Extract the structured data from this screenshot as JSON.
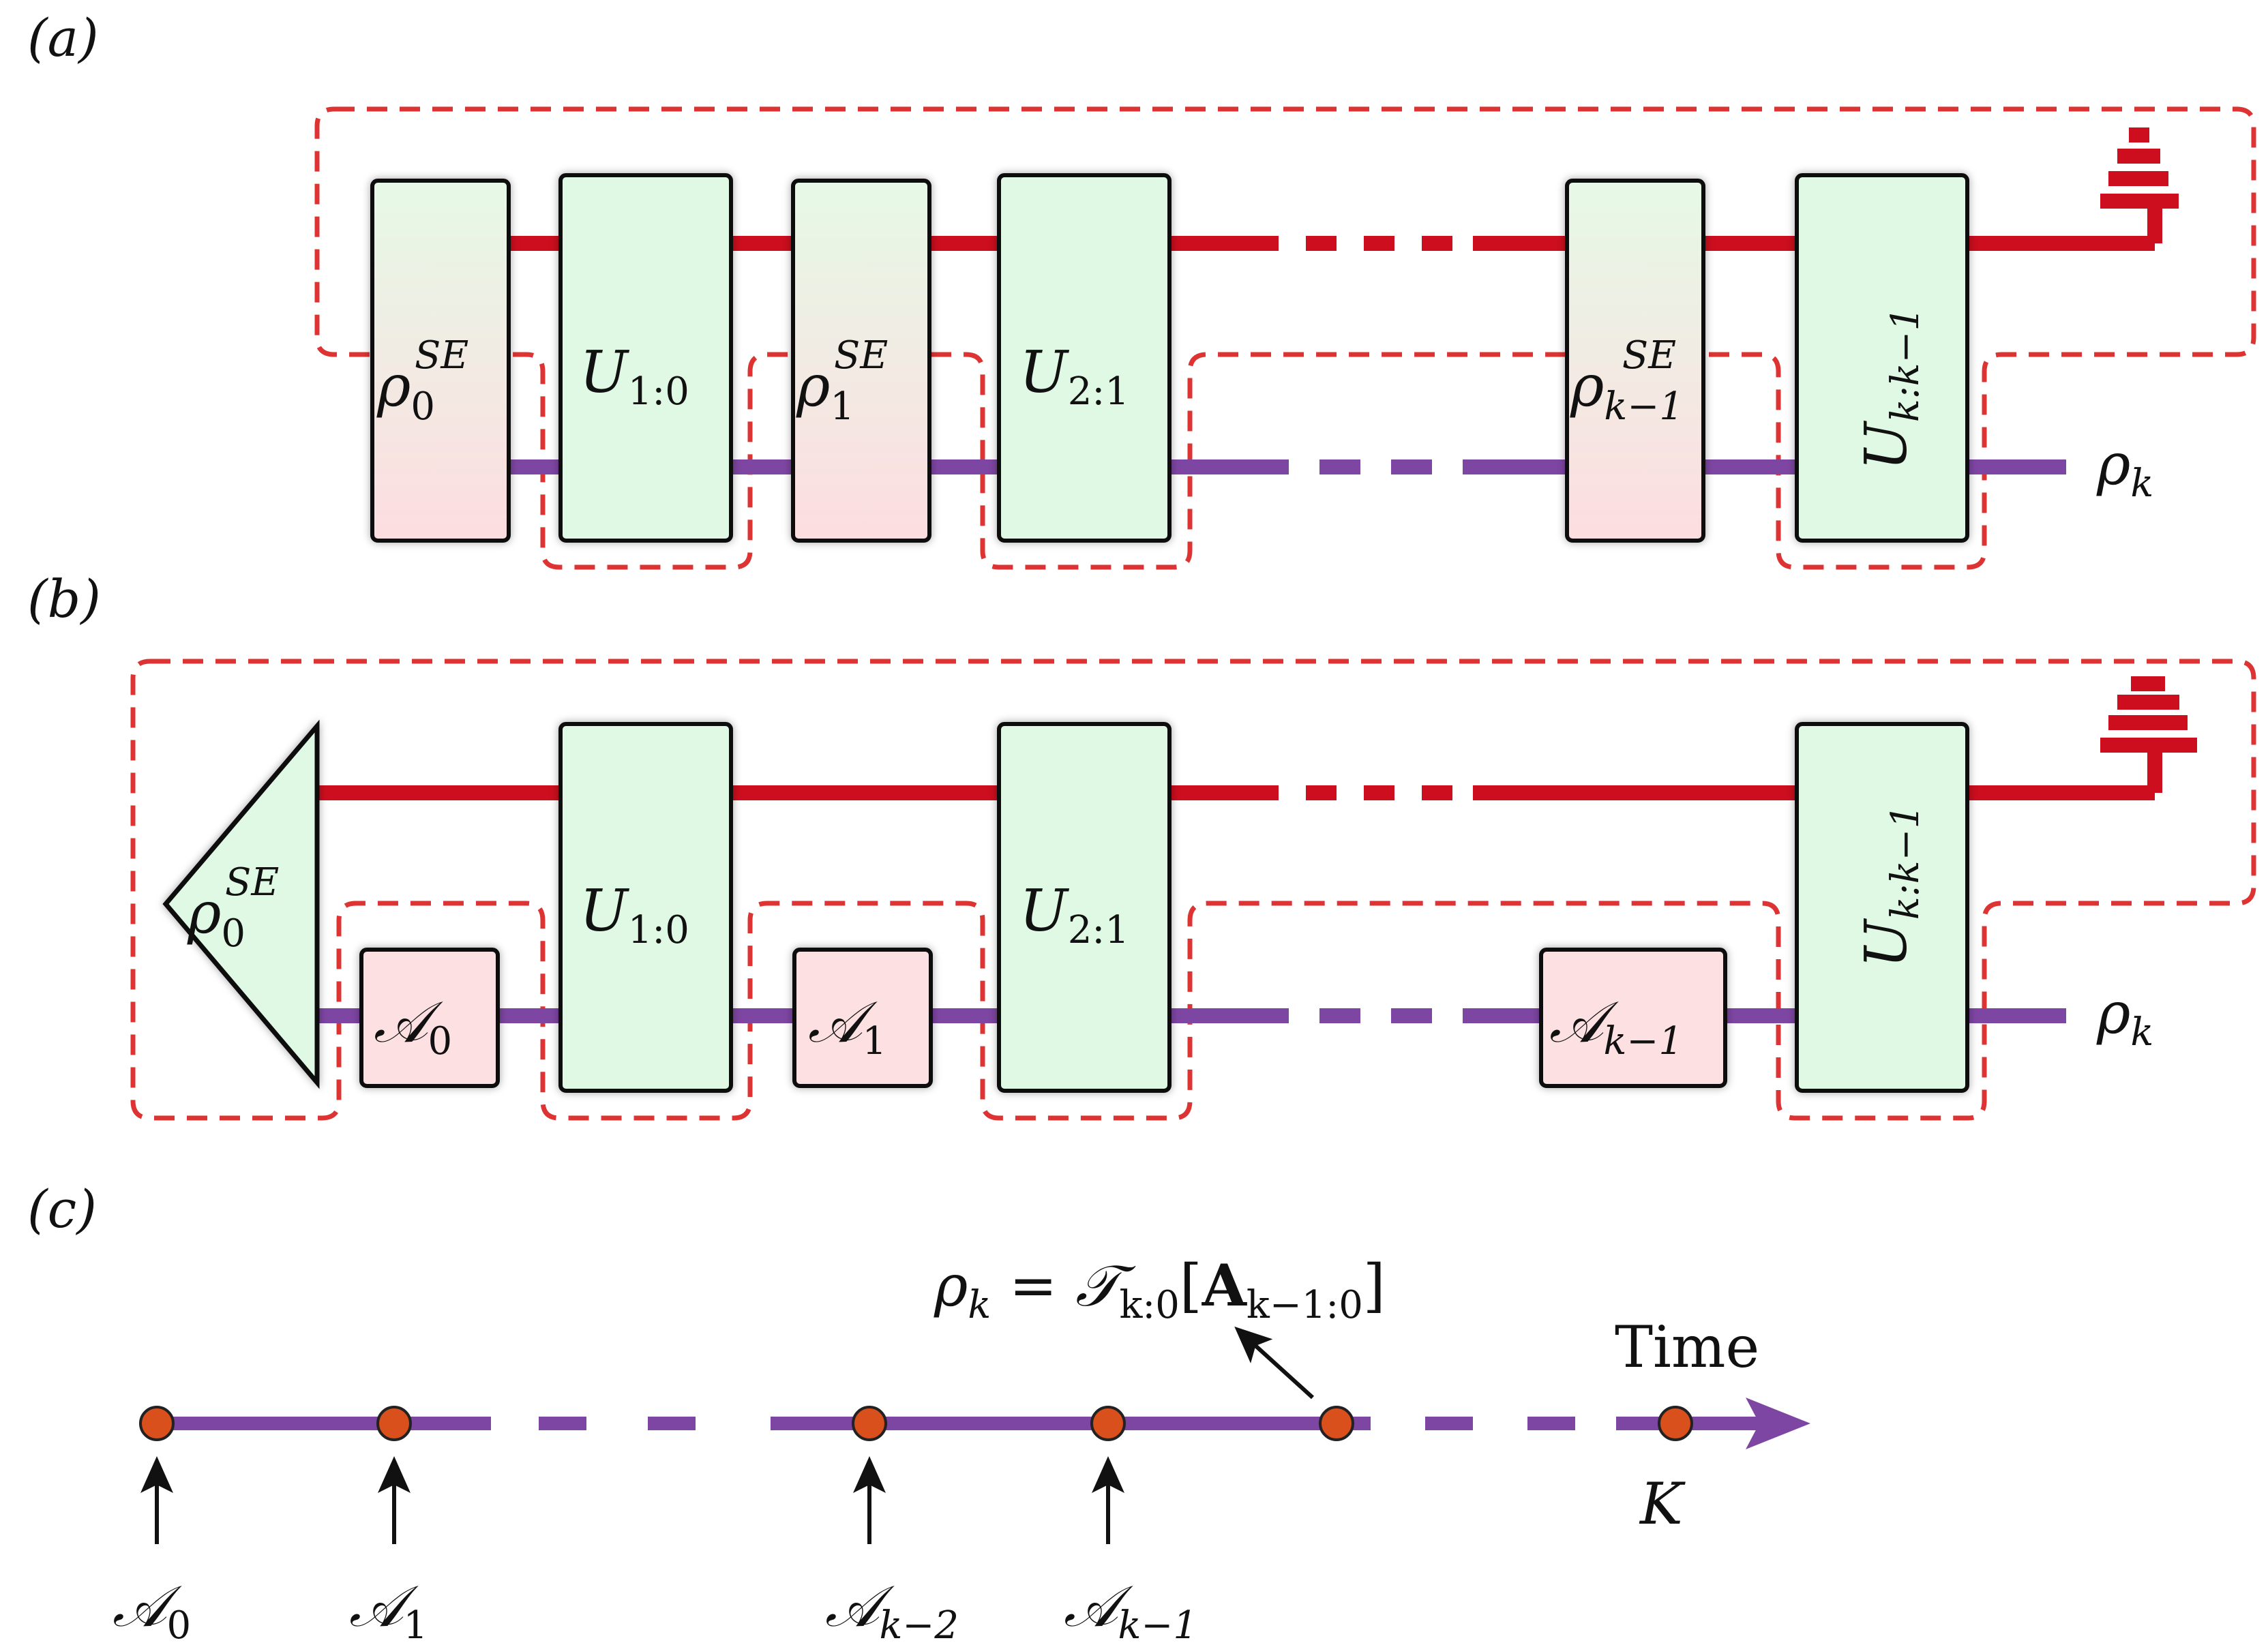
{
  "panels": {
    "a": {
      "label": "(a)"
    },
    "b": {
      "label": "(b)"
    },
    "c": {
      "label": "(c)"
    }
  },
  "symbols": {
    "rho": "ρ",
    "rho_k": "k",
    "se": "SE",
    "sub_0": "0",
    "sub_1": "1",
    "sub_km1": "k−1",
    "U": "U",
    "U10_sub": "1:0",
    "U21_sub": "2:1",
    "Ukk_sub": "k:k−1",
    "A": "𝒜",
    "A_sub_0": "0",
    "A_sub_1": "1",
    "A_sub_km1": "k−1",
    "A_sub_km2": "k−2"
  },
  "timeline": {
    "eq_lhs": "ρ",
    "eq_lhs_sub": "k",
    "eq_mid": " = ",
    "eq_T": "𝒯",
    "eq_T_sub": "k:0",
    "eq_open": "[",
    "eq_A": "A",
    "eq_A_sub": "k−1:0",
    "eq_close": "]",
    "time_label": "Time",
    "end_label": "K"
  },
  "colors": {
    "environment_wire": "#cc0e1e",
    "system_wire": "#7e46a3",
    "dashed_box": "#dd3333",
    "unitary_fill": "#dff9e4",
    "state_fill_top": "#e6f9e6",
    "state_fill_bottom": "#fddde0",
    "operation_fill": "#fde0e2",
    "time_dot": "#d9501c"
  }
}
